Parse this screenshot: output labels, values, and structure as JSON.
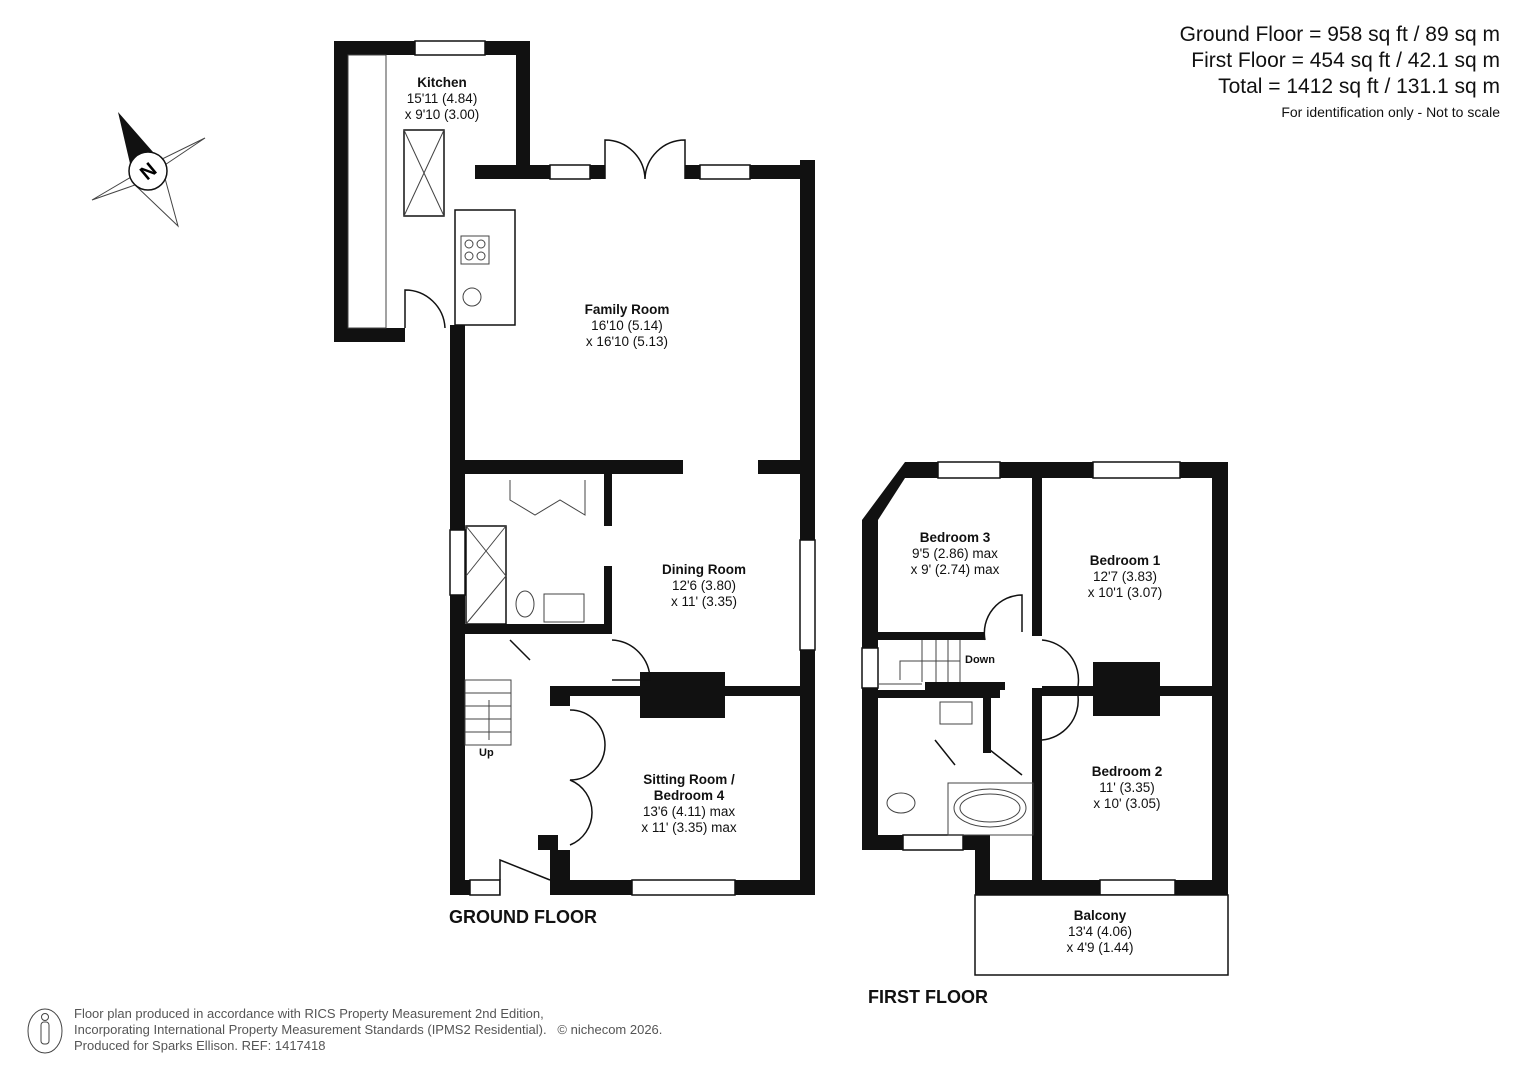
{
  "areas": {
    "ground": "Ground Floor = 958 sq ft / 89 sq m",
    "first": "First Floor = 454 sq ft / 42.1 sq m",
    "total": "Total = 1412 sq ft / 131.1 sq m",
    "note": "For identification only - Not to scale"
  },
  "compass_letter": "N",
  "ground_floor": {
    "title": "GROUND FLOOR",
    "rooms": {
      "kitchen": {
        "name": "Kitchen",
        "dim1": "15'11 (4.84)",
        "dim2": "x 9'10 (3.00)"
      },
      "family": {
        "name": "Family Room",
        "dim1": "16'10 (5.14)",
        "dim2": "x 16'10 (5.13)"
      },
      "dining": {
        "name": "Dining Room",
        "dim1": "12'6 (3.80)",
        "dim2": "x 11' (3.35)"
      },
      "sitting": {
        "name1": "Sitting Room /",
        "name2": "Bedroom 4",
        "dim1": "13'6 (4.11) max",
        "dim2": "x 11' (3.35) max"
      }
    },
    "stairs_label": "Up"
  },
  "first_floor": {
    "title": "FIRST FLOOR",
    "rooms": {
      "bed3": {
        "name": "Bedroom 3",
        "dim1": "9'5 (2.86) max",
        "dim2": "x 9' (2.74) max"
      },
      "bed1": {
        "name": "Bedroom 1",
        "dim1": "12'7 (3.83)",
        "dim2": "x 10'1 (3.07)"
      },
      "bed2": {
        "name": "Bedroom 2",
        "dim1": "11' (3.35)",
        "dim2": "x 10' (3.05)"
      },
      "balcony": {
        "name": "Balcony",
        "dim1": "13'4 (4.06)",
        "dim2": "x 4'9 (1.44)"
      }
    },
    "stairs_label": "Down"
  },
  "footer": {
    "line1": "Floor plan produced in accordance with RICS Property Measurement 2nd Edition,",
    "line2": "Incorporating International Property Measurement Standards (IPMS2 Residential).",
    "copyright": "© nichecom 2026.",
    "line3": "Produced for Sparks Ellison.   REF: 1417418"
  }
}
